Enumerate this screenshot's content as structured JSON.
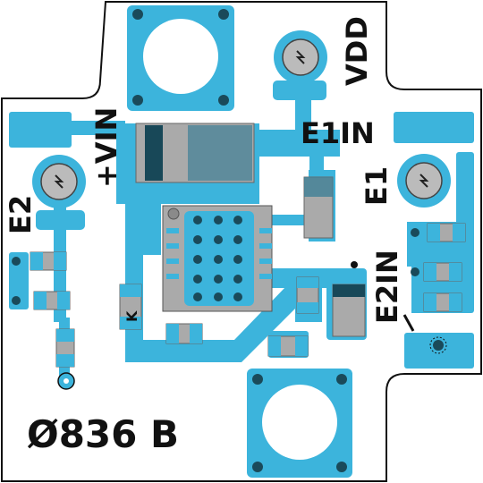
{
  "board": {
    "part_number": "Ø836 B",
    "colors": {
      "copper": "#3cb4dc",
      "silkscreen": "#111111",
      "board": "#ffffff",
      "edge": "#111111",
      "body": "#aaaaaa",
      "body_dark": "#184858",
      "pad_dark": "#1a4a5a"
    }
  },
  "labels": {
    "vdd": "VDD",
    "vin": "+VIN",
    "e1in": "E1IN",
    "e1": "E1",
    "e2": "E2",
    "e2in": "E2IN",
    "k": "K"
  }
}
